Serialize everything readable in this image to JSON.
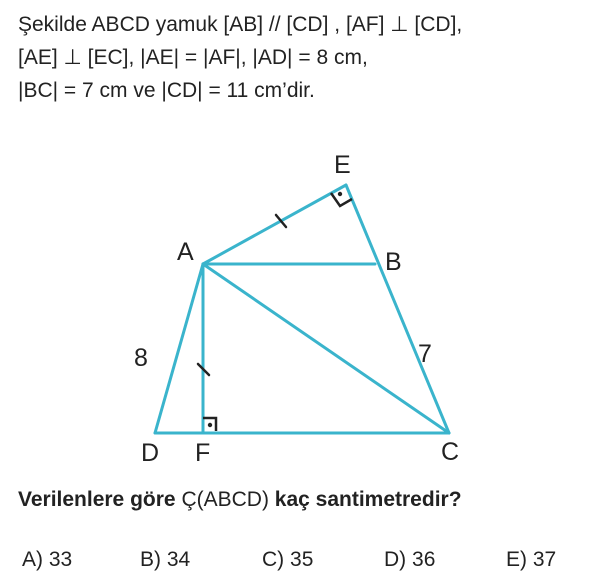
{
  "problem": {
    "line1": "Şekilde ABCD yamuk [AB] // [CD] , [AF] ⊥ [CD],",
    "line2": "[AE] ⊥ [EC], |AE| = |AF|, |AD| = 8 cm,",
    "line3": "|BC| = 7 cm ve |CD| = 11 cm’dir."
  },
  "figure": {
    "points": {
      "E": "E",
      "A": "A",
      "B": "B",
      "D": "D",
      "F": "F",
      "C": "C"
    },
    "lengths": {
      "AD": "8",
      "BC": "7"
    },
    "line_color": "#3ab4cc",
    "mark_color": "#222222"
  },
  "question": {
    "bold_start": "Verilenlere göre",
    "subject": "Ç(ABCD)",
    "bold_end": "kaç santimetredir?"
  },
  "choices": [
    {
      "key": "A)",
      "value": "33"
    },
    {
      "key": "B)",
      "value": "34"
    },
    {
      "key": "C)",
      "value": "35"
    },
    {
      "key": "D)",
      "value": "36"
    },
    {
      "key": "E)",
      "value": "37"
    }
  ]
}
